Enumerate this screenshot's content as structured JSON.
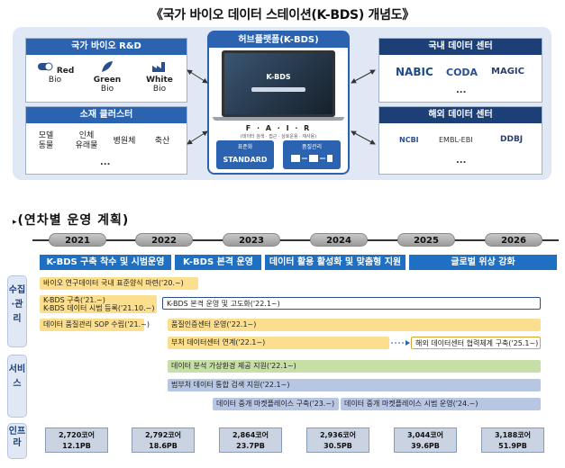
{
  "title": "《국가 바이오 데이터 스테이션(K-BDS) 개념도》",
  "rnd": {
    "header": "국가 바이오 R&D",
    "items": [
      {
        "name": "Red",
        "sub": "Bio",
        "icon": "pill-icon"
      },
      {
        "name": "Green",
        "sub": "Bio",
        "icon": "leaf-icon"
      },
      {
        "name": "White",
        "sub": "Bio",
        "icon": "factory-icon"
      }
    ]
  },
  "cluster": {
    "header": "소재 클러스터",
    "items": [
      "모델\n동물",
      "인체\n유래물",
      "병원체",
      "축산"
    ],
    "more": "..."
  },
  "hub": {
    "header": "허브플랫폼(K-BDS)",
    "screen_label": "K-BDS",
    "fair": "F · A · I · R",
    "fair_sub": "(데이터 검색 · 접근 · 상호운용 · 재사용)",
    "box1_title": "표준화",
    "box1_label": "STANDARD",
    "box2_title": "품질관리"
  },
  "domestic": {
    "header": "국내 데이터 센터",
    "logos": [
      "NABIC",
      "CODA",
      "MAGIC"
    ],
    "more": "..."
  },
  "overseas": {
    "header": "해외 데이터 센터",
    "logos": [
      "NCBI",
      "EMBL-EBI",
      "DDBJ"
    ],
    "more": "..."
  },
  "section2_title": "(연차별 운영 계획)",
  "years": [
    "2021",
    "2022",
    "2023",
    "2024",
    "2025",
    "2026"
  ],
  "stages": [
    "K-BDS 구축 착수 및 시범운영",
    "K-BDS 본격 운영",
    "데이터 활용 활성화 및 맞춤형 지원",
    "글로벌 위상 강화"
  ],
  "side_labels": {
    "collect": "수집·관리",
    "service": "서비스",
    "infra": "인프라"
  },
  "collect_bars": [
    "바이오 연구데이터 국내 표준양식 마련('20.~)",
    "K-BDS 구축('21.~)",
    "K-BDS 데이터 시범 등록('21.10.~)",
    "K-BDS 본격 운영 및 고도화('22.1~)",
    "데이터 품질관리 SOP 수립('21.~)",
    "품질인증센터 운영('22.1~)",
    "부처 데이터센터 연계('22.1~)",
    "해외 데이터센터 협력체계 구축('25.1~)"
  ],
  "service_bars": [
    "데이터 분석 가상환경 제공 지원('22.1~)",
    "범부처 데이터 통합 검색 지원('22.1~)",
    "데이터 중개 마켓플레이스 구축('23.~)",
    "데이터 중개 마켓플레이스 시범 운영('24.~)"
  ],
  "infra": [
    {
      "cores": "2,720코어",
      "storage": "12.1PB"
    },
    {
      "cores": "2,792코어",
      "storage": "18.6PB"
    },
    {
      "cores": "2,864코어",
      "storage": "23.7PB"
    },
    {
      "cores": "2,936코어",
      "storage": "30.5PB"
    },
    {
      "cores": "3,044코어",
      "storage": "39.6PB"
    },
    {
      "cores": "3,188코어",
      "storage": "51.9PB"
    }
  ],
  "colors": {
    "navy": "#1c3f77",
    "blue": "#2b63b1",
    "stage_blue": "#1f6fc2",
    "yellow": "#fcdf8e",
    "green": "#c6dfa7",
    "lavender": "#b7c6e3"
  }
}
